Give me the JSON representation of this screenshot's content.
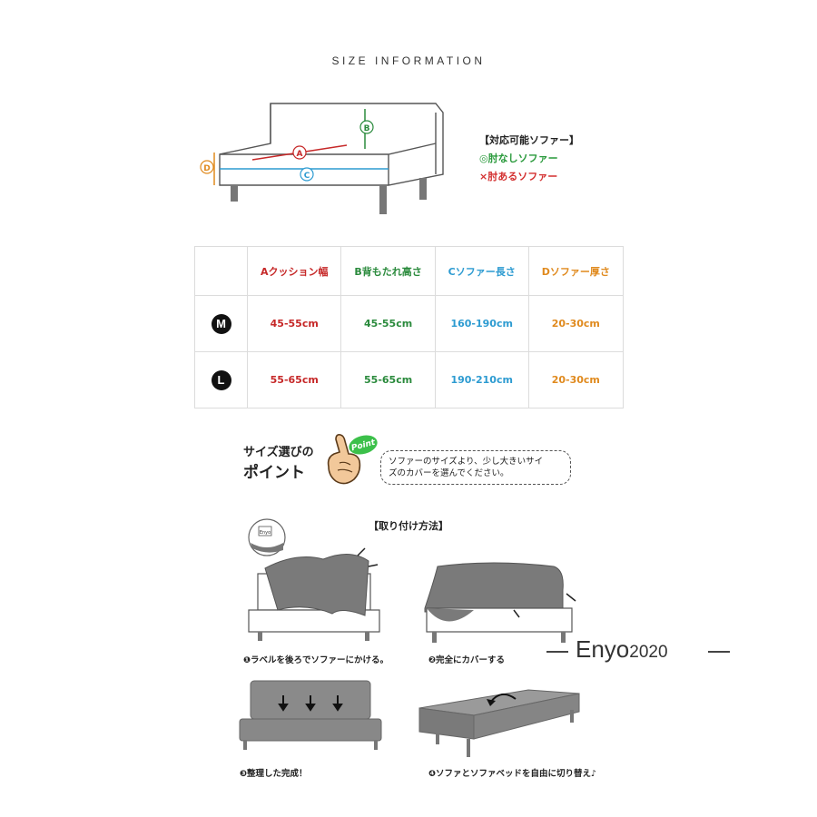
{
  "title": "SIZE INFORMATION",
  "diagram_labels": {
    "a": "A",
    "b": "B",
    "c": "C",
    "d": "D"
  },
  "colors": {
    "a": "#c62828",
    "b": "#2a8a3c",
    "c": "#2d9bd1",
    "d": "#e08a1e"
  },
  "compat": {
    "heading": "【対応可能ソファー】",
    "ok": "◎肘なしソファー",
    "ng": "×肘あるソファー"
  },
  "table": {
    "headers": [
      "Aクッション幅",
      "B背もたれ高さ",
      "Cソファー長さ",
      "Dソファー厚さ"
    ],
    "rows": [
      {
        "size": "M",
        "values": [
          "45-55cm",
          "45-55cm",
          "160-190cm",
          "20-30cm"
        ]
      },
      {
        "size": "L",
        "values": [
          "55-65cm",
          "55-65cm",
          "190-210cm",
          "20-30cm"
        ]
      }
    ]
  },
  "point": {
    "line1": "サイズ選びの",
    "line2": "ポイント",
    "badge": "Point",
    "tip_line1": "ソファーのサイズより、少し大きいサイ",
    "tip_line2": "ズのカバーを選んでください。"
  },
  "method_title": "【取り付け方法】",
  "steps": [
    {
      "caption": "❶ラベルを後ろでソファーにかける。"
    },
    {
      "caption": "❷完全にカバーする"
    },
    {
      "caption": "❸整理した完成！"
    },
    {
      "caption": "❹ソファとソファベッドを自由に切り替え♪"
    }
  ],
  "label_tag": "Enyo",
  "watermark": {
    "name": "Enyo",
    "year": "2020"
  }
}
